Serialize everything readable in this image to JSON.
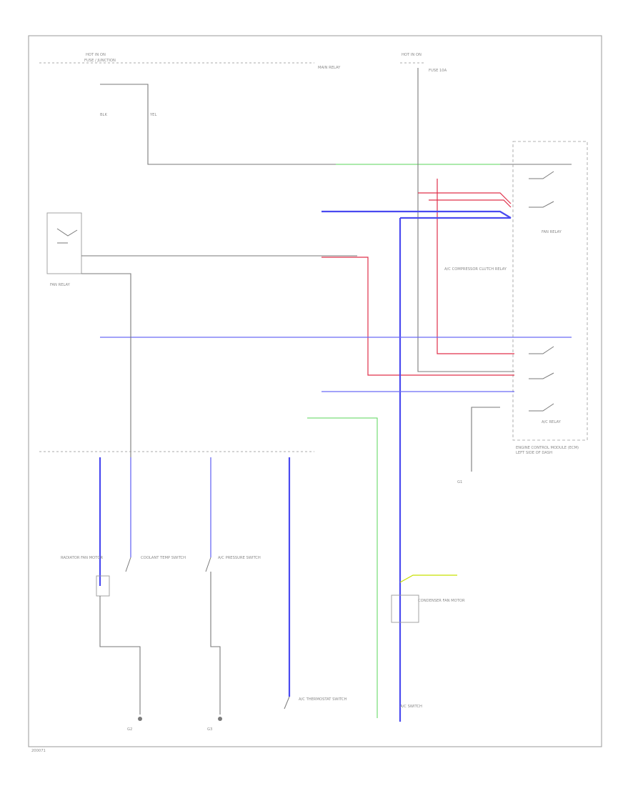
{
  "diagram": {
    "labels": {
      "fuse_label": "HOT IN ON",
      "fuse_sub": "FUSE / JUNCTION",
      "fuse2_label": "HOT IN ON",
      "fuse2_sub": "FUSE 10A",
      "main_relay": "MAIN RELAY",
      "fan_relay": "FAN RELAY",
      "a_c_relay": "A/C RELAY",
      "ecm_box": "ENGINE CONTROL MODULE (ECM)",
      "ecm_box2": "LEFT SIDE OF DASH",
      "ac_compressor": "A/C COMPRESSOR CLUTCH RELAY",
      "condenser_fan": "CONDENSER FAN MOTOR",
      "radiator_fan": "RADIATOR FAN MOTOR",
      "coolant_switch": "COOLANT TEMP SWITCH",
      "pressure_switch": "A/C PRESSURE SWITCH",
      "thermostat_switch": "A/C THERMOSTAT SWITCH",
      "ac_switch": "A/C SWITCH",
      "g1": "G1",
      "g2": "G2",
      "g3": "G3",
      "page_id": "200071"
    },
    "wire_colors": {
      "gray": "#7a7a7a",
      "blue": "#4a4af0",
      "red": "#e0304a",
      "green": "#5ad65a",
      "yellow": "#c8e000"
    },
    "icons": [
      "relay-coil-icon",
      "switch-contact-icon",
      "ground-symbol-icon",
      "motor-icon"
    ]
  }
}
